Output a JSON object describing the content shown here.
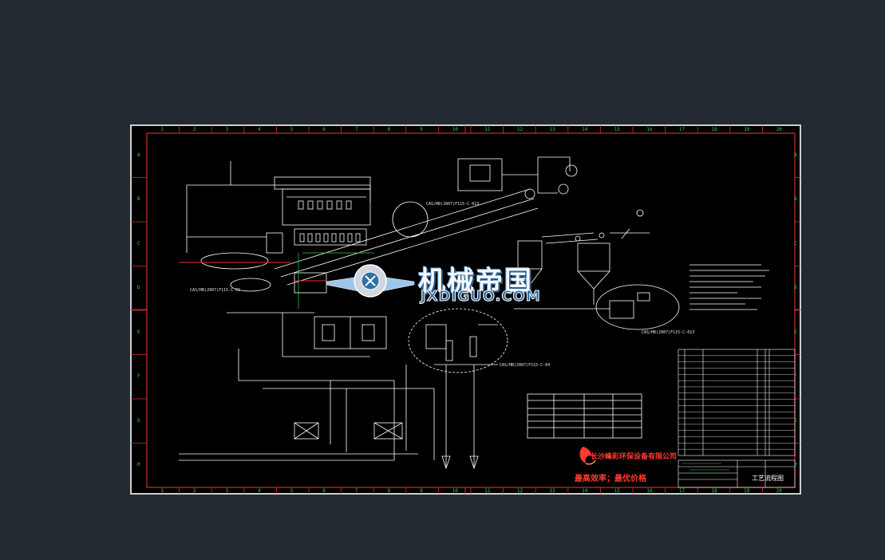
{
  "zones": {
    "columns": [
      "1",
      "2",
      "3",
      "4",
      "5",
      "6",
      "7",
      "8",
      "9",
      "10",
      "11",
      "12",
      "13",
      "14",
      "15",
      "16",
      "17",
      "18",
      "19",
      "20"
    ],
    "rows": [
      "A",
      "B",
      "C",
      "D",
      "E",
      "F",
      "G",
      "H"
    ]
  },
  "watermark": {
    "title": "机械帝国",
    "domain": "JXDIGUO.COM"
  },
  "branding": {
    "company": "长沙峰彩环保设备有限公司",
    "slogan": "最高效率；最优价格"
  },
  "callouts": {
    "c1": "CAS/HB(2007)F115-C-013",
    "c2": "CAS/HB(2007)F115-C-01",
    "c3": "CAS/HB(2007)F115-C-04",
    "c4": "CAS/HB(2007)F115-C-013"
  },
  "title_block": {
    "drawing_name": "工艺流程图"
  },
  "colors": {
    "background": "#232a31",
    "sheet": "#000000",
    "frame": "#e03030",
    "zone": "#2fd14a",
    "lines": "#ffffff"
  },
  "icons": [
    "gear-wings-logo-icon",
    "phoenix-logo-icon"
  ]
}
